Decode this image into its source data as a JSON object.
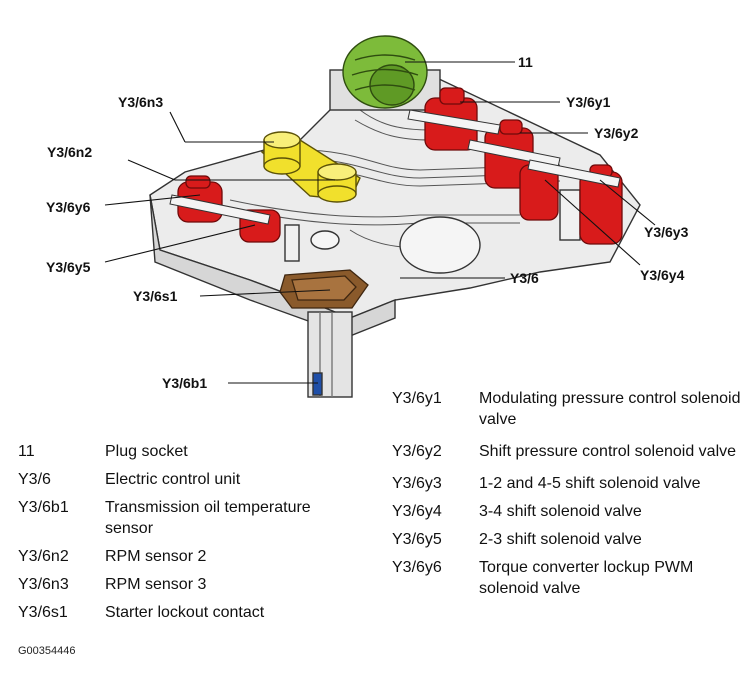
{
  "callouts": {
    "c11": "11",
    "n3": "Y3/6n3",
    "y1": "Y3/6y1",
    "n2": "Y3/6n2",
    "y2": "Y3/6y2",
    "y6": "Y3/6y6",
    "y3": "Y3/6y3",
    "y5": "Y3/6y5",
    "y4": "Y3/6y4",
    "u6": "Y3/6",
    "s1": "Y3/6s1",
    "b1": "Y3/6b1"
  },
  "legend_left": [
    {
      "code": "11",
      "desc": "Plug socket"
    },
    {
      "code": "Y3/6",
      "desc": "Electric control unit"
    },
    {
      "code": "Y3/6b1",
      "desc": "Transmission oil temperature sensor"
    },
    {
      "code": "Y3/6n2",
      "desc": "RPM sensor 2"
    },
    {
      "code": "Y3/6n3",
      "desc": "RPM sensor 3"
    },
    {
      "code": "Y3/6s1",
      "desc": "Starter lockout contact"
    }
  ],
  "legend_right": [
    {
      "code": "Y3/6y1",
      "desc": "Modulating pressure control solenoid valve"
    },
    {
      "code": "Y3/6y2",
      "desc": "Shift pressure control solenoid valve"
    },
    {
      "code": "Y3/6y3",
      "desc": "1-2 and 4-5 shift solenoid valve"
    },
    {
      "code": "Y3/6y4",
      "desc": "3-4 shift solenoid valve"
    },
    {
      "code": "Y3/6y5",
      "desc": "2-3 shift solenoid valve"
    },
    {
      "code": "Y3/6y6",
      "desc": "Torque converter lockup PWM solenoid valve"
    }
  ],
  "figure_code": "G00354446",
  "colors": {
    "plug_socket": "#7dbb3a",
    "solenoid": "#d81b1b",
    "rpm_sensor": "#f1e02c",
    "lockout_contact": "#8a5a2b",
    "temp_sensor": "#1f4fa8",
    "housing": "#e9e9e9",
    "outline": "#333333"
  }
}
